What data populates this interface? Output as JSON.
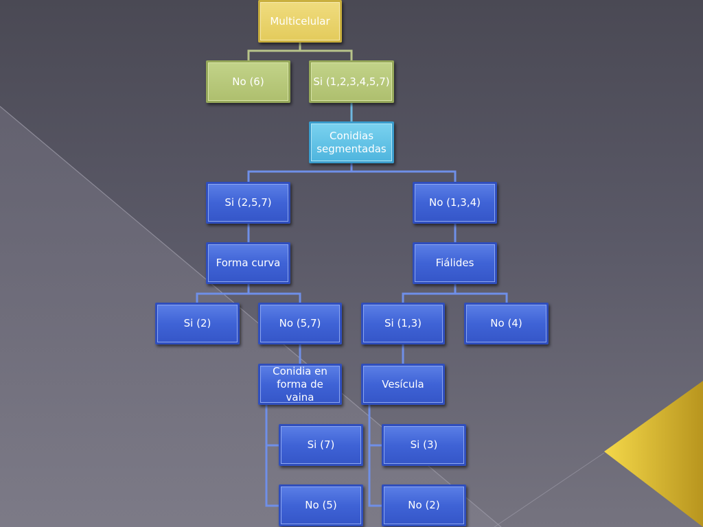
{
  "diagram": {
    "root": "Multicelular",
    "level1": {
      "no": "No (6)",
      "si": "Si (1,2,3,4,5,7)"
    },
    "conidias": "Conidias segmentadas",
    "branch_si": {
      "label": "Si (2,5,7)",
      "forma_curva": "Forma curva",
      "si2": "Si (2)",
      "no57": "No (5,7)",
      "conidia_vaina": "Conidia en forma de vaina",
      "si7": "Si (7)",
      "no5": "No (5)"
    },
    "branch_no": {
      "label": "No (1,3,4)",
      "fialides": "Fiálides",
      "si13": "Si (1,3)",
      "no4": "No (4)",
      "vesicula": "Vesícula",
      "si3": "Si (3)",
      "no2": "No (2)"
    }
  },
  "colors": {
    "node_blue": "#3f63d6",
    "node_green": "#aebf6e",
    "node_yellow": "#e3cb5c",
    "node_cyan": "#4fb5de",
    "connector": "#6f8fe8",
    "connector_top": "#b8c48a",
    "accent_triangle": "#e0c030"
  }
}
